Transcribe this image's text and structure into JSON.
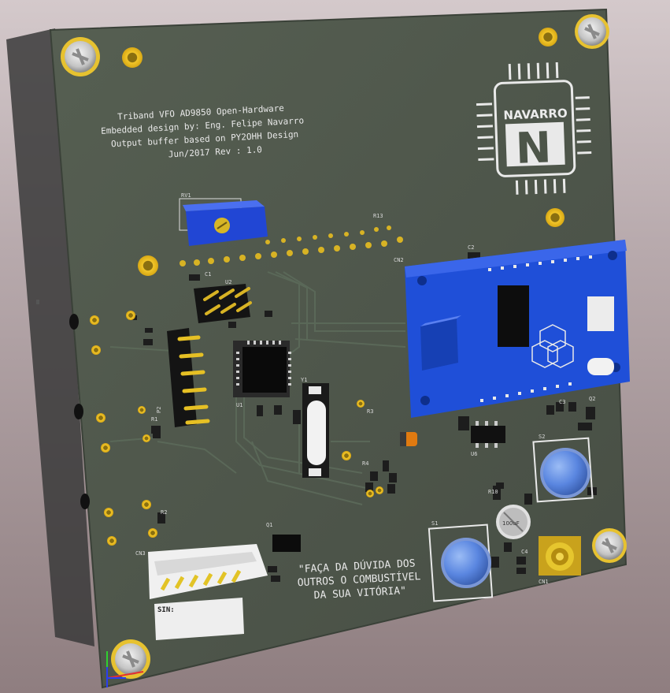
{
  "board": {
    "title_lines": [
      "Triband VFO AD9850 Open-Hardware",
      "Embedded design by: Eng. Felipe Navarro",
      "Output buffer based on PY2OHH Design",
      "Jun/2017 Rev : 1.0"
    ],
    "logo_text": "NAVARRO",
    "logo_letter": "N",
    "quote_lines": [
      "\"FAÇA DA DÚVIDA DOS",
      "OUTROS O COMBUSTÍVEL",
      "DA SUA VITÓRIA\""
    ],
    "sig_label": "SIN:",
    "cap_label": "100uF",
    "colors": {
      "pcb": "#4d5549",
      "pcb_edge": "#3a4138",
      "module": "#1f4fd8",
      "pad": "#e0b21c",
      "silk": "#e9e9e9"
    }
  },
  "refs": {
    "u1": "U1",
    "u2": "U2",
    "u6": "U6",
    "y1": "Y1",
    "q1": "Q1",
    "q2": "Q2",
    "p2": "P2",
    "c1": "C1",
    "c2": "C2",
    "c3": "C3",
    "c4": "C4",
    "r1": "R1",
    "r2": "R2",
    "r3": "R3",
    "r4": "R4",
    "r10": "R10",
    "r13": "R13",
    "cn1": "CN1",
    "cn2": "CN2",
    "cn3": "CN3",
    "sw1": "S1",
    "sw2": "S2",
    "rv1": "RV1"
  }
}
